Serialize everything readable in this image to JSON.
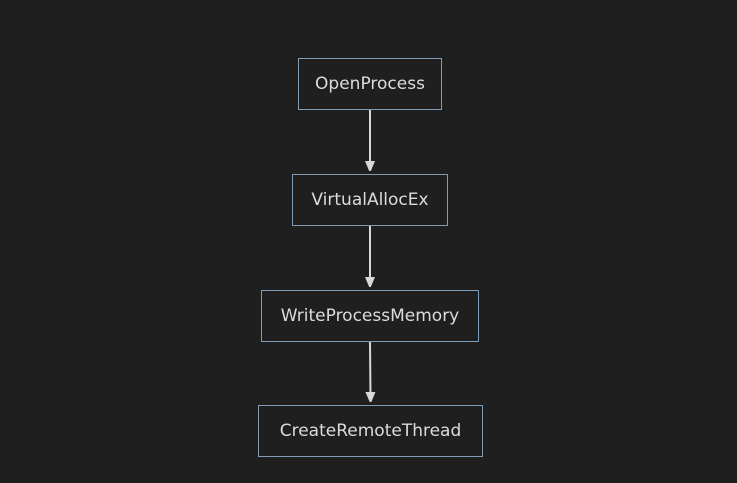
{
  "theme": {
    "background": "#1f1f1f",
    "node_border": "#7f9cb9",
    "text_color": "#dcdcdc",
    "edge_color": "#d8d8d8"
  },
  "diagram": {
    "type": "flowchart",
    "direction": "top-to-bottom",
    "nodes": [
      {
        "id": "open_process",
        "label": "OpenProcess"
      },
      {
        "id": "virtual_alloc_ex",
        "label": "VirtualAllocEx"
      },
      {
        "id": "write_process_memory",
        "label": "WriteProcessMemory"
      },
      {
        "id": "create_remote_thread",
        "label": "CreateRemoteThread"
      }
    ],
    "edges": [
      {
        "from": "open_process",
        "to": "virtual_alloc_ex"
      },
      {
        "from": "virtual_alloc_ex",
        "to": "write_process_memory"
      },
      {
        "from": "write_process_memory",
        "to": "create_remote_thread"
      }
    ]
  }
}
